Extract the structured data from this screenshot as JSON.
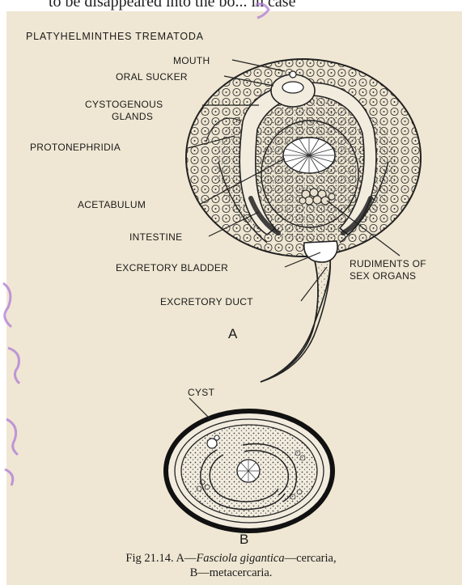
{
  "top_fragment": "to be disappeared into the bo... in case",
  "diagram_title": "PLATYHELMINTHES TREMATODA",
  "labels": {
    "mouth": "MOUTH",
    "oral_sucker": "ORAL SUCKER",
    "cystogenous_1": "CYSTOGENOUS",
    "cystogenous_2": "GLANDS",
    "protonephridia": "PROTONEPHRIDIA",
    "acetabulum": "ACETABULUM",
    "intestine": "INTESTINE",
    "excretory_bladder": "EXCRETORY BLADDER",
    "rudiments_1": "RUDIMENTS OF",
    "rudiments_2": "SEX ORGANS",
    "excretory_duct": "EXCRETORY DUCT",
    "cyst": "CYST"
  },
  "figure_letters": {
    "a": "A",
    "b": "B"
  },
  "caption": {
    "line1_prefix": "Fig 21.14. A—",
    "line1_italic": "Fasciola gigantica",
    "line1_suffix": "—cercaria,",
    "line2": "B—metacercaria."
  },
  "colors": {
    "paper": "#efe7d3",
    "ink": "#1a1a1a",
    "watermark": "#b07ad8"
  }
}
